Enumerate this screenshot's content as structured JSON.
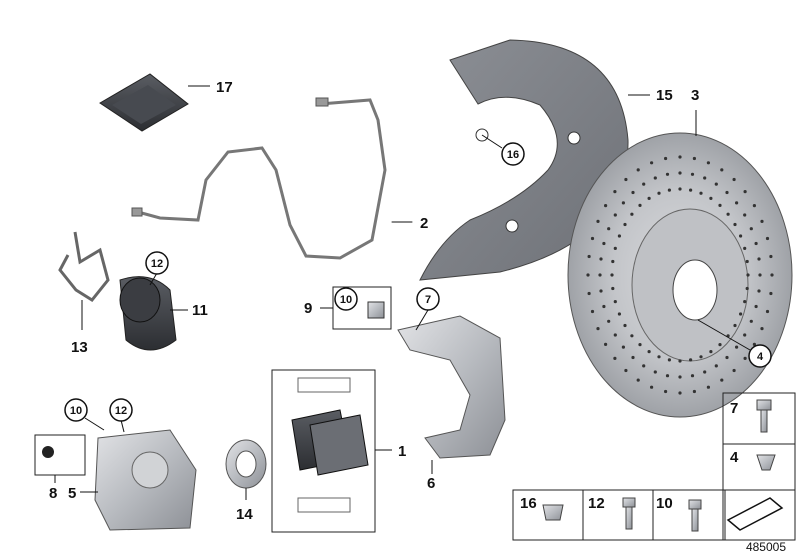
{
  "diagram": {
    "parts": [
      {
        "id": "p17",
        "label": "17",
        "name": "pad-wear-grease-packet"
      },
      {
        "id": "p2",
        "label": "2",
        "name": "brake-pad-wear-sensor"
      },
      {
        "id": "p15",
        "label": "15",
        "name": "brake-disc-protection-plate"
      },
      {
        "id": "p3",
        "label": "3",
        "name": "brake-disc"
      },
      {
        "id": "p16",
        "label": "16",
        "name": "plate-screw-callout"
      },
      {
        "id": "p13",
        "label": "13",
        "name": "bracket"
      },
      {
        "id": "p12a",
        "label": "12",
        "name": "actuator-screw-callout"
      },
      {
        "id": "p11",
        "label": "11",
        "name": "parking-brake-actuator"
      },
      {
        "id": "p9",
        "label": "9",
        "name": "bleeder-group"
      },
      {
        "id": "p10a",
        "label": "10",
        "name": "bleeder-screw-callout"
      },
      {
        "id": "p7",
        "label": "7",
        "name": "carrier-bolt-callout"
      },
      {
        "id": "p4",
        "label": "4",
        "name": "disc-screw-callout"
      },
      {
        "id": "p1",
        "label": "1",
        "name": "brake-pad-set"
      },
      {
        "id": "p6",
        "label": "6",
        "name": "brake-carrier"
      },
      {
        "id": "p10b",
        "label": "10",
        "name": "caliper-bleeder-callout"
      },
      {
        "id": "p12b",
        "label": "12",
        "name": "caliper-screw-callout"
      },
      {
        "id": "p8",
        "label": "8",
        "name": "caliper-repair-kit"
      },
      {
        "id": "p5",
        "label": "5",
        "name": "brake-caliper"
      },
      {
        "id": "p14",
        "label": "14",
        "name": "dust-boot"
      }
    ],
    "fastener_table": [
      {
        "label": "7",
        "name": "fastener-7"
      },
      {
        "label": "4",
        "name": "fastener-4"
      },
      {
        "label": "16",
        "name": "fastener-16"
      },
      {
        "label": "12",
        "name": "fastener-12"
      },
      {
        "label": "10",
        "name": "fastener-10"
      }
    ],
    "reference_number": "485005"
  }
}
